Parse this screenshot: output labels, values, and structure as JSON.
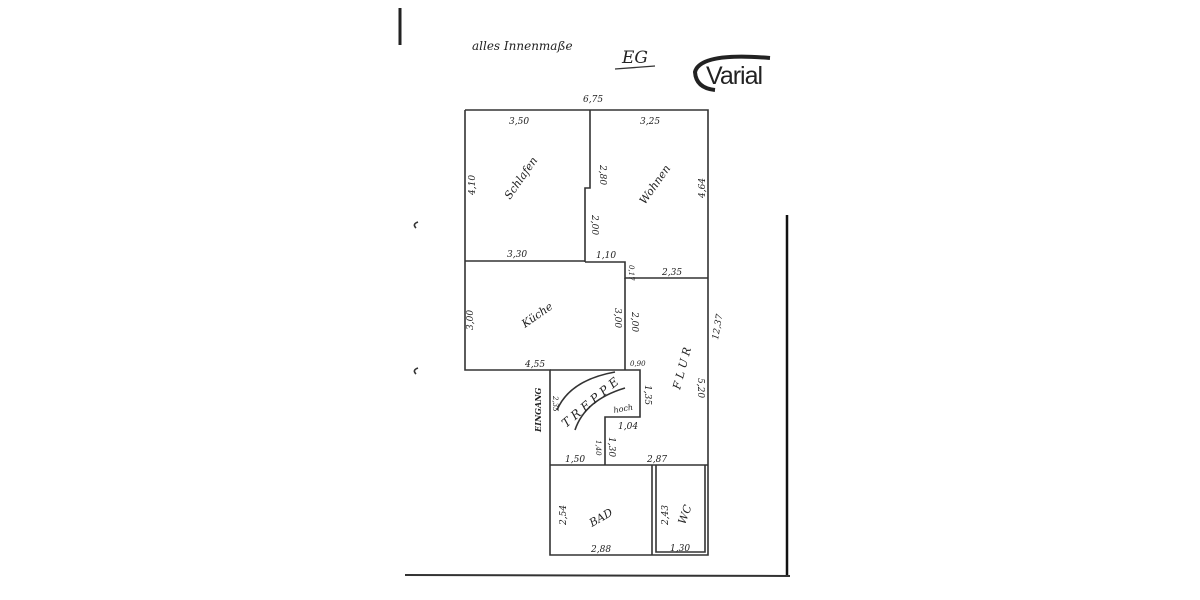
{
  "header": {
    "note": "alles Innenmaße",
    "floor": "EG",
    "logo": "Varial"
  },
  "rooms": {
    "schlafen": "Schlafen",
    "wohnen": "Wohnen",
    "kueche": "Küche",
    "flur": "F L U R",
    "treppe": "T R E P P E",
    "treppe_hoch": "hoch",
    "eingang": "EINGANG",
    "bad": "BAD",
    "wc": "WC"
  },
  "dimensions": {
    "total_width": "6,75",
    "schlafen_top": "3,50",
    "wohnen_top": "3,25",
    "schlafen_left": "4,10",
    "wohnen_wall_upper": "2,80",
    "wohnen_wall_lower": "2,00",
    "wohnen_right": "4,64",
    "schlafen_bottom": "3,30",
    "step": "1,10",
    "step_small": "0,17",
    "flur_top": "2,35",
    "kueche_left": "3,00",
    "kueche_right": "3,00",
    "flur_left": "2,00",
    "total_height": "12,37",
    "kueche_bottom": "4,55",
    "treppe_corner": "0,90",
    "treppe_right": "1,35",
    "flur_right": "5,20",
    "eingang": "2,35",
    "treppe_bottom": "1,04",
    "bad_top_wall": "1,40",
    "bad_wall": "1,30",
    "bad_top": "1,50",
    "wc_top": "2,87",
    "bad_left": "2,54",
    "wc_left": "2,43",
    "bad_bottom": "2,88",
    "wc_bottom": "1,30"
  },
  "colors": {
    "ink": "#333333",
    "paper": "#ffffff"
  }
}
